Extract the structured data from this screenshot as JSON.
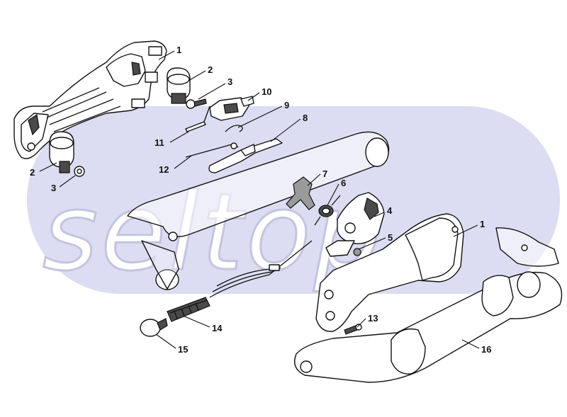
{
  "watermark": {
    "text": "seltop",
    "band_color": "#dcdcf2"
  },
  "callouts": [
    {
      "id": "c1a",
      "label": "1"
    },
    {
      "id": "c2a",
      "label": "2"
    },
    {
      "id": "c3a",
      "label": "3"
    },
    {
      "id": "c10",
      "label": "10"
    },
    {
      "id": "c9",
      "label": "9"
    },
    {
      "id": "c8",
      "label": "8"
    },
    {
      "id": "c11",
      "label": "11"
    },
    {
      "id": "c12",
      "label": "12"
    },
    {
      "id": "c2b",
      "label": "2"
    },
    {
      "id": "c3b",
      "label": "3"
    },
    {
      "id": "c7",
      "label": "7"
    },
    {
      "id": "c6",
      "label": "6"
    },
    {
      "id": "c4",
      "label": "4"
    },
    {
      "id": "c5",
      "label": "5"
    },
    {
      "id": "c1b",
      "label": "1"
    },
    {
      "id": "c13",
      "label": "13"
    },
    {
      "id": "c14",
      "label": "14"
    },
    {
      "id": "c15",
      "label": "15"
    },
    {
      "id": "c16",
      "label": "16"
    }
  ]
}
